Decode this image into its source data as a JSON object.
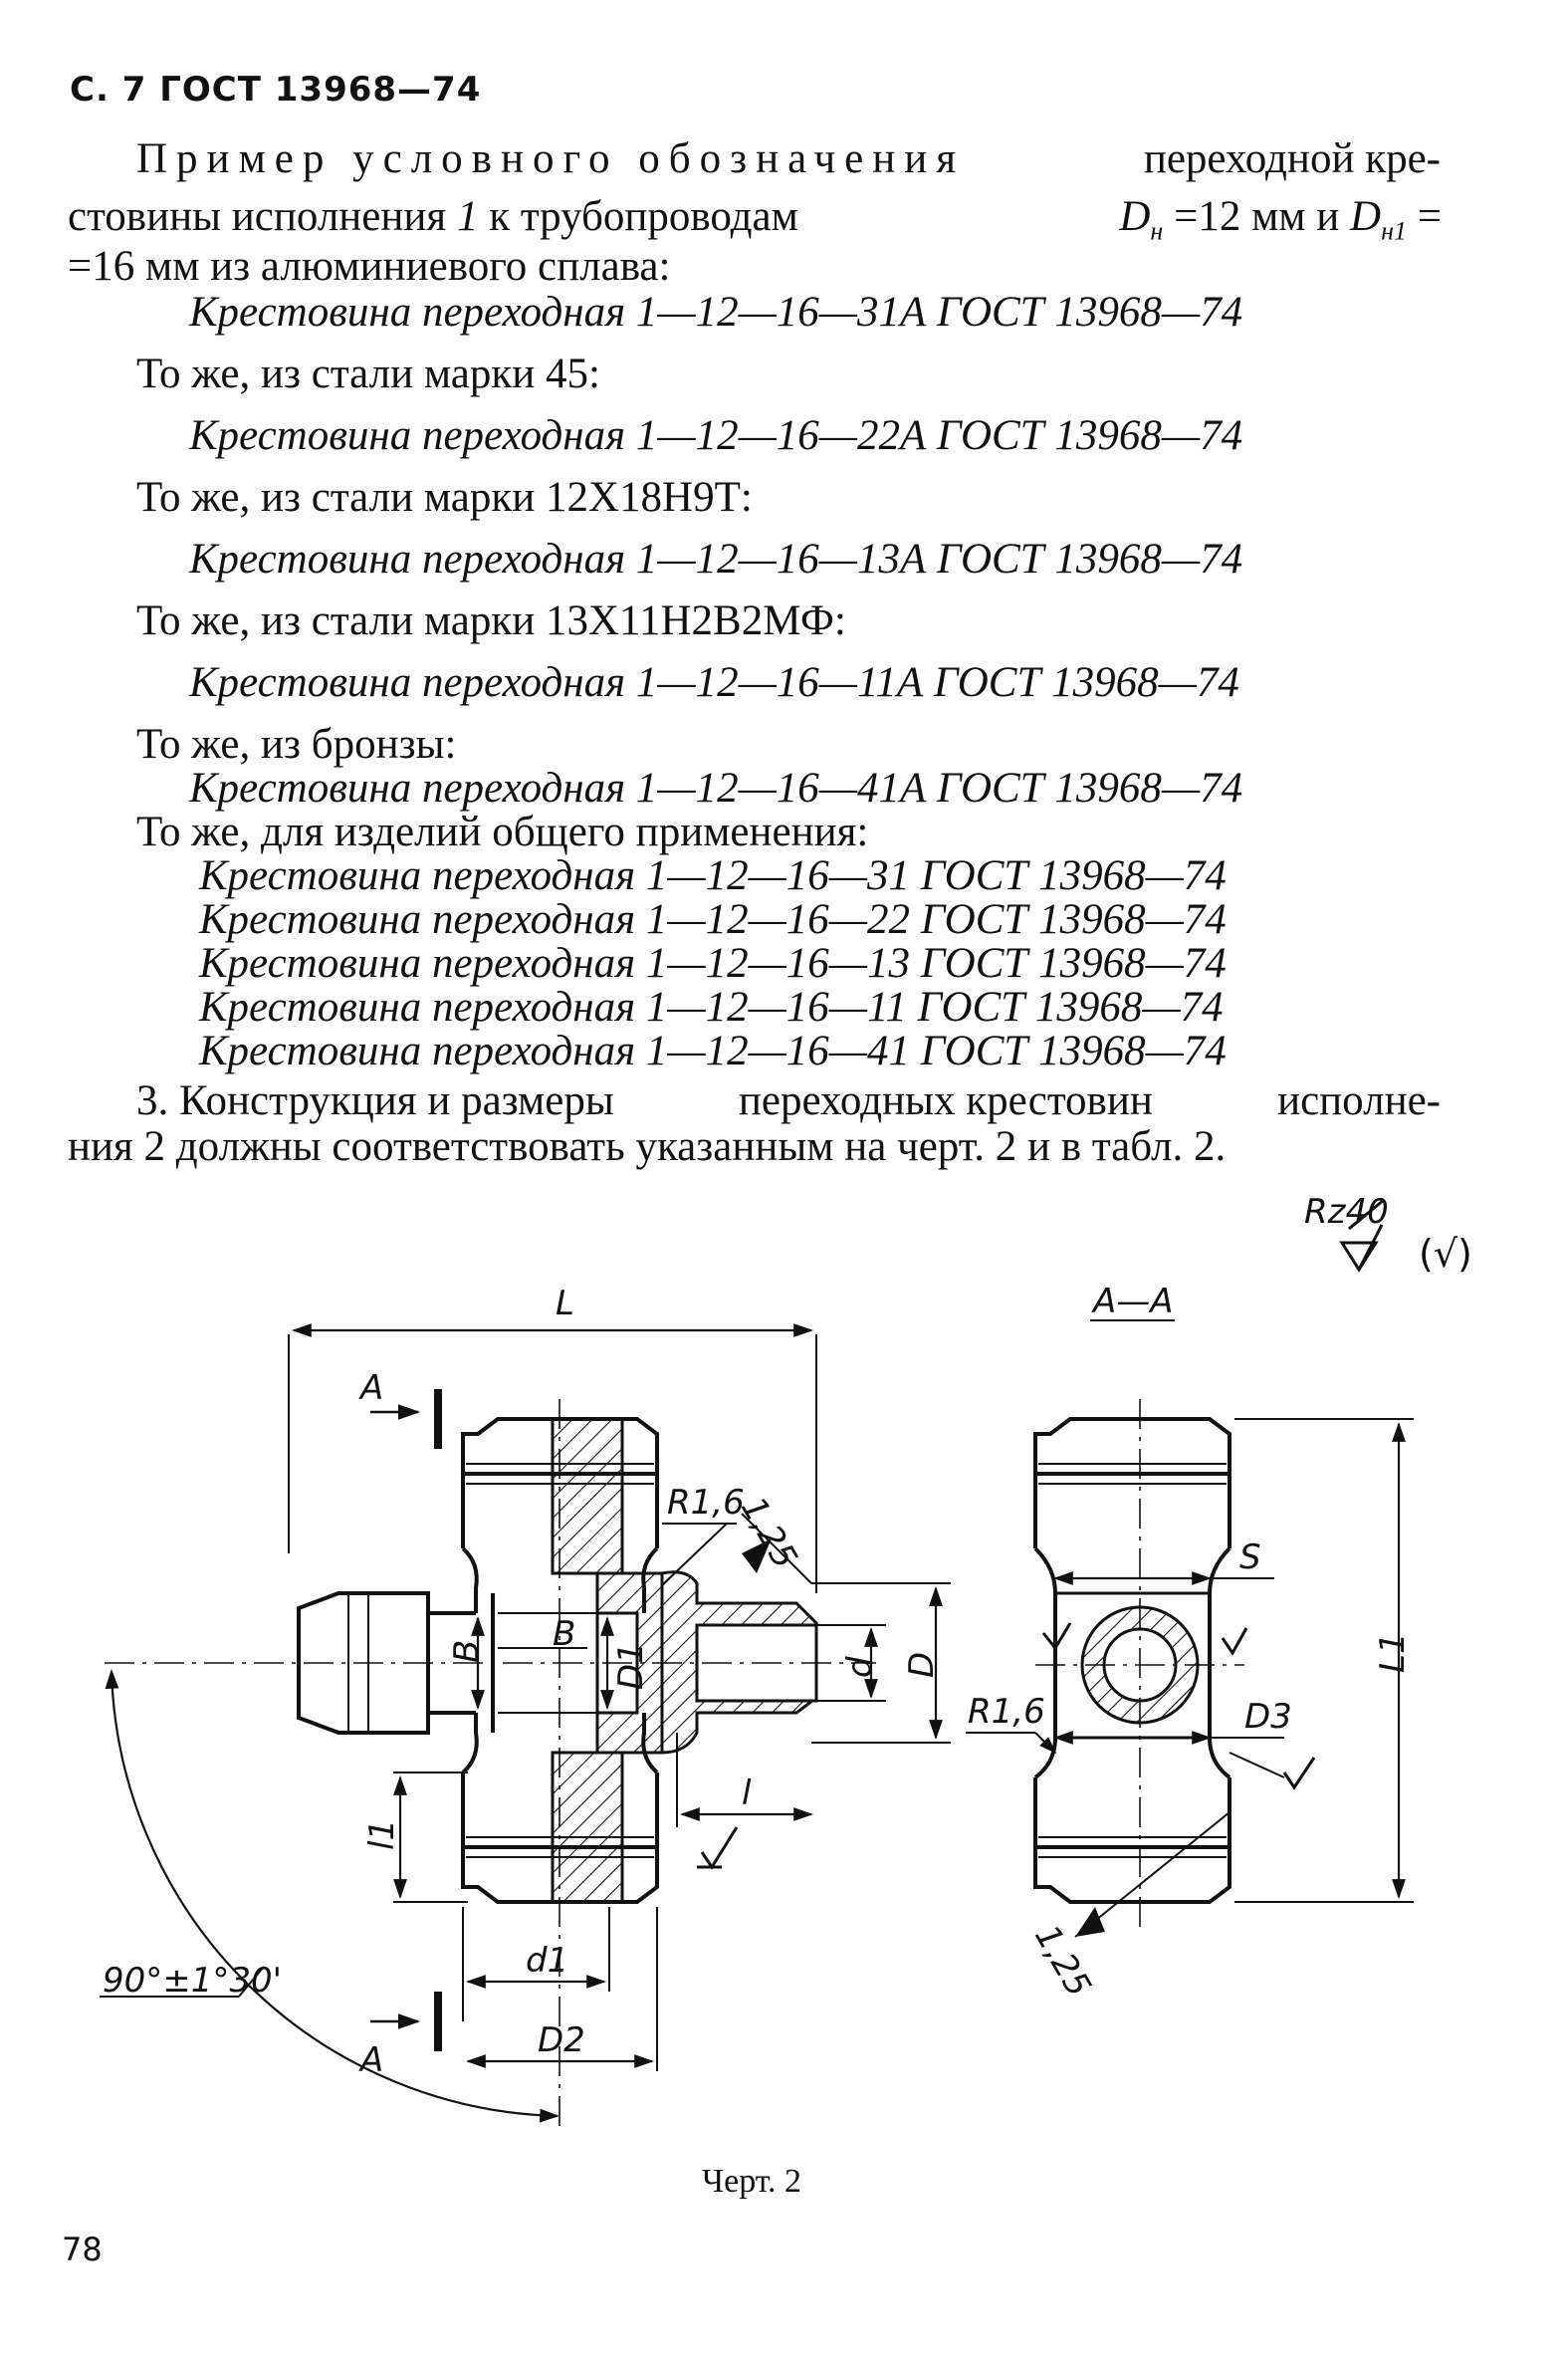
{
  "header": "С. 7 ГОСТ 13968—74",
  "para1": {
    "line1_spaced": "Пример условного обозначения",
    "line1_rest": "переходной кре-",
    "line2_a": "стовины исполнения",
    "line2_i": "1",
    "line2_b": "к трубопроводам",
    "dn": "D",
    "dn_sub": "н",
    "line2_c": "=12 мм и",
    "dn1_sub": "н1",
    "line2_d": "=",
    "line3": "=16 мм из алюминиевого сплава:"
  },
  "examples": {
    "e1": "Крестовина переходная 1—12—16—31А ГОСТ 13968—74",
    "t2": "То же, из стали марки 45:",
    "e2": "Крестовина переходная 1—12—16—22А ГОСТ 13968—74",
    "t3": "То же, из стали марки 12Х18Н9Т:",
    "e3": "Крестовина переходная 1—12—16—13А ГОСТ 13968—74",
    "t4": "То же, из стали марки 13Х11Н2В2МФ:",
    "e4": "Крестовина переходная 1—12—16—11А ГОСТ 13968—74",
    "t5": "То же, из бронзы:",
    "e5": "Крестовина переходная 1—12—16—41А ГОСТ 13968—74",
    "t6": "То же, для изделий общего применения:",
    "g1": "Крестовина переходная 1—12—16—31 ГОСТ 13968—74",
    "g2": "Крестовина переходная 1—12—16—22 ГОСТ 13968—74",
    "g3": "Крестовина переходная 1—12—16—13 ГОСТ 13968—74",
    "g4": "Крестовина переходная 1—12—16—11 ГОСТ 13968—74",
    "g5": "Крестовина переходная 1—12—16—41 ГОСТ 13968—74"
  },
  "para3": {
    "line1_a": "3. Конструкция и размеры",
    "line1_b": "переходных крестовин",
    "line1_c": "исполне-",
    "line2": "ния 2 должны соответствовать указанным на черт. 2 и в табл. 2."
  },
  "drawing": {
    "rough": "Rz40",
    "rough_paren": "(√)",
    "L": "L",
    "A": "А",
    "section": "А—А",
    "R1": "R1,6",
    "ra125": "1,25",
    "B": "В",
    "D1": "D1",
    "d": "d",
    "D": "D",
    "l": "l",
    "l1": "l1",
    "d1": "d1",
    "D2": "D2",
    "angle": "90°±1°30'",
    "S": "S",
    "L1": "L1",
    "D3": "D3"
  },
  "caption": "Черт. 2",
  "page_number": "78"
}
